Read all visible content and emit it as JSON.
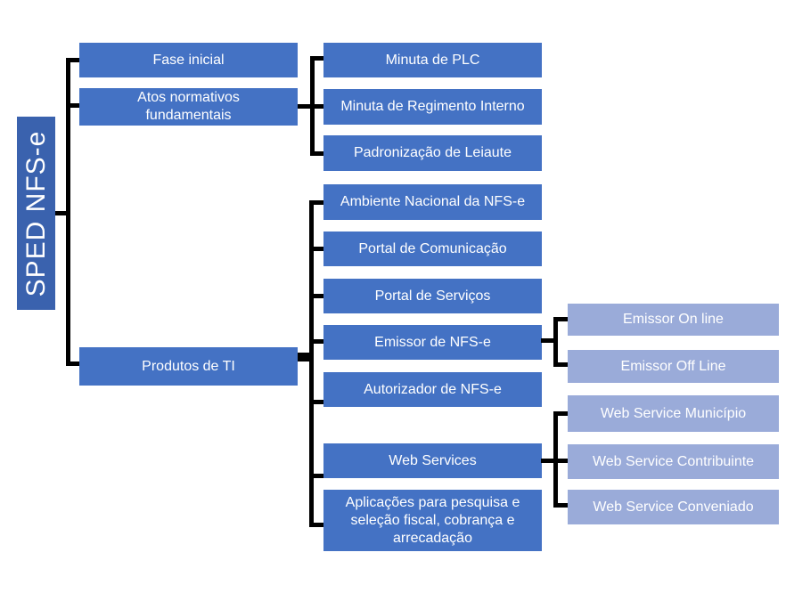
{
  "orgchart": {
    "root": {
      "label": "SPED NFS-e"
    },
    "children": [
      {
        "label": "Fase inicial"
      },
      {
        "label": "Atos normativos fundamentais",
        "children": [
          {
            "label": "Minuta de PLC"
          },
          {
            "label": "Minuta de Regimento Interno"
          },
          {
            "label": "Padronização de Leiaute"
          }
        ]
      },
      {
        "label": "Produtos de TI",
        "children": [
          {
            "label": "Ambiente Nacional da NFS-e"
          },
          {
            "label": "Portal de Comunicação"
          },
          {
            "label": "Portal de Serviços"
          },
          {
            "label": "Emissor de NFS-e",
            "children": [
              {
                "label": "Emissor On line"
              },
              {
                "label": "Emissor Off Line"
              }
            ]
          },
          {
            "label": "Autorizador de NFS-e"
          },
          {
            "label": "Web Services",
            "children": [
              {
                "label": "Web Service Município"
              },
              {
                "label": "Web Service Contribuinte"
              },
              {
                "label": "Web Service Conveniado"
              }
            ]
          },
          {
            "label": "Aplicações para pesquisa e seleção fiscal, cobrança e arrecadação"
          }
        ]
      }
    ],
    "colors": {
      "root_box": "#3A62AE",
      "node_box": "#4472C4",
      "leaf_box": "#9AABD9",
      "connector": "#000000",
      "text": "#FFFFFF",
      "background": "#FFFFFF"
    }
  }
}
